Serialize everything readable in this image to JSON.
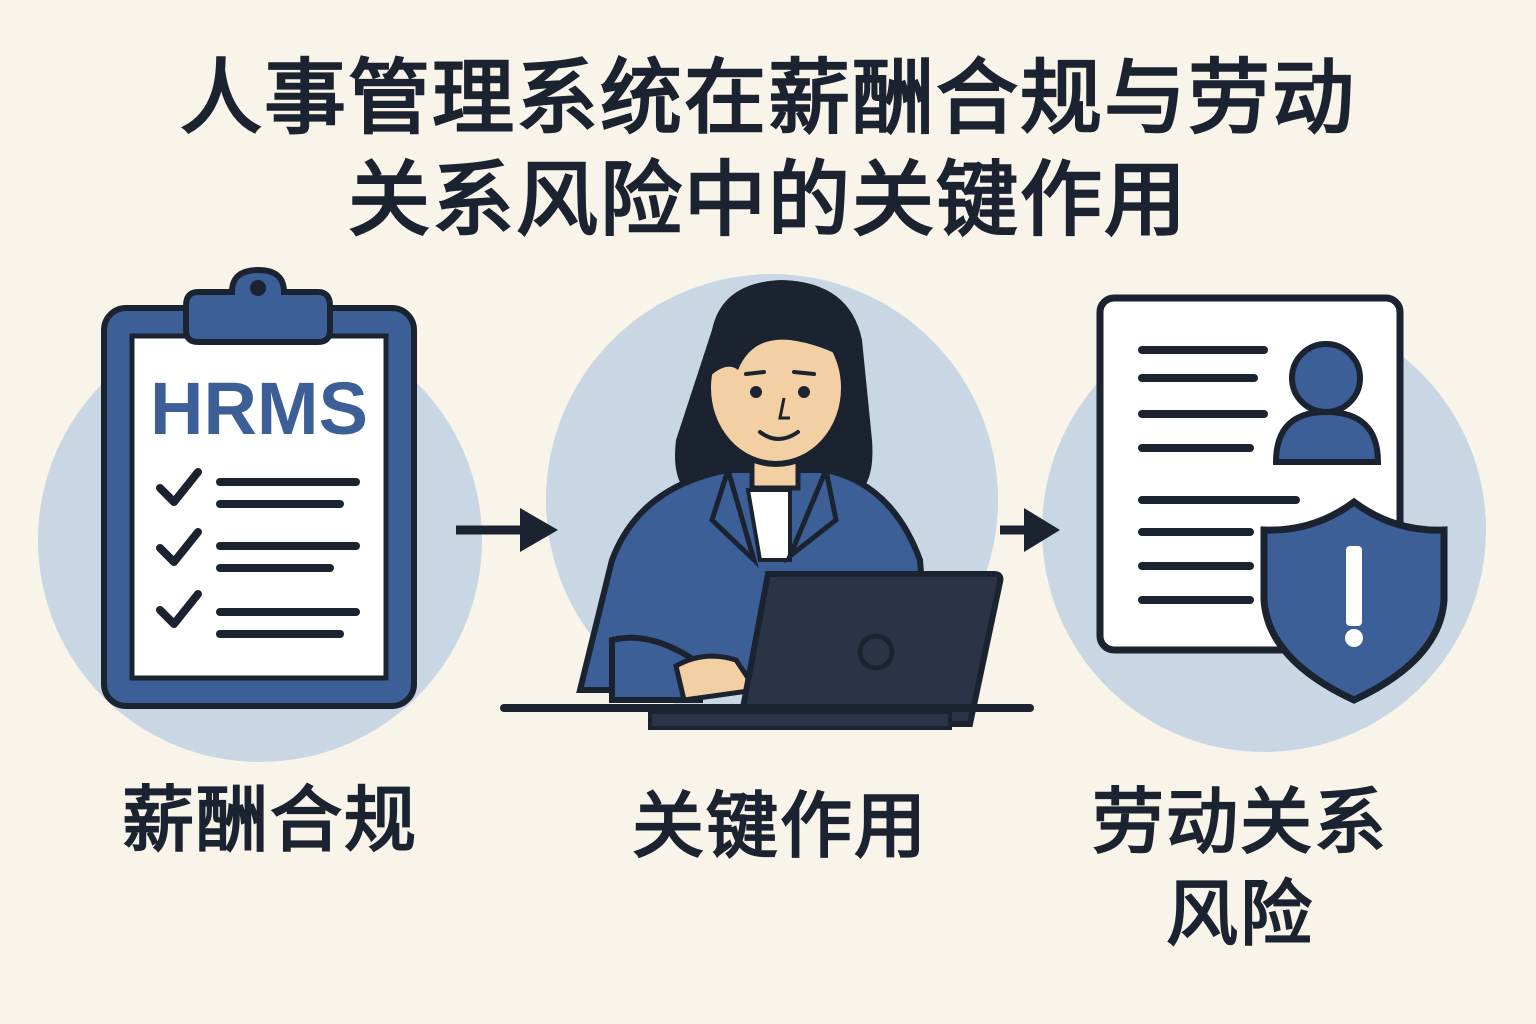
{
  "title": {
    "line1": "人事管理系统在薪酬合规与劳动",
    "line2": "关系风险中的关键作用"
  },
  "panels": [
    {
      "caption": "薪酬合规",
      "icon": "clipboard-checklist-icon",
      "badge": "HRMS"
    },
    {
      "caption": "关键作用",
      "icon": "woman-at-laptop-icon"
    },
    {
      "caption_line1": "劳动关系",
      "caption_line2": "风险",
      "icon": "document-shield-warning-icon"
    }
  ],
  "colors": {
    "background": "#f8f4ea",
    "circle": "#c9d6e3",
    "navy": "#3b5f96",
    "outline": "#1b2330",
    "skin": "#f3cfa4"
  }
}
